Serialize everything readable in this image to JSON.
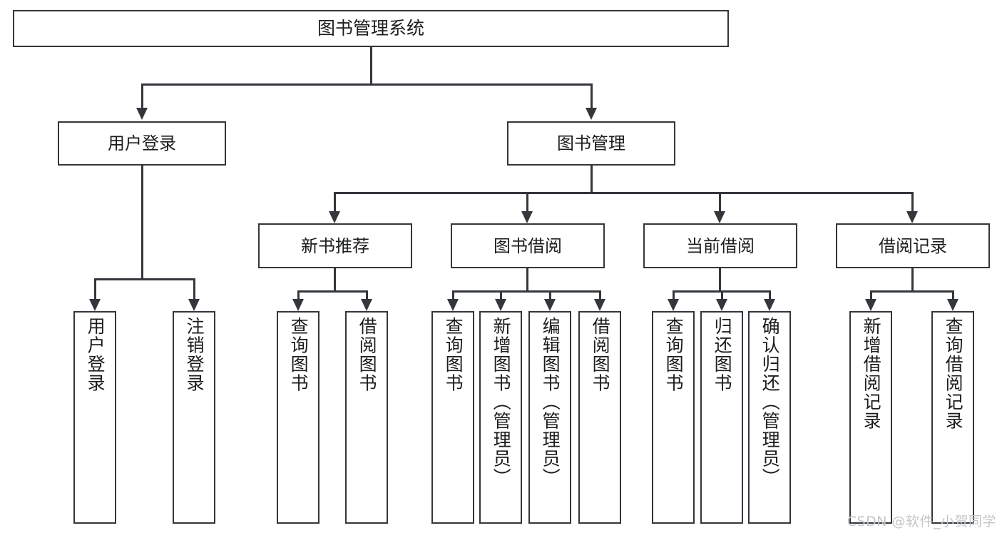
{
  "diagram": {
    "type": "tree-hierarchy",
    "title": "图书管理系统",
    "watermark": "CSDN @软件_小贺同学",
    "colors": {
      "stroke": "#33373b",
      "fill": "#ffffff",
      "text": "#1b1d1f",
      "watermark": "#c3c6c9"
    }
  },
  "root": {
    "label": "图书管理系统"
  },
  "level2": [
    {
      "id": "user-login",
      "label": "用户登录"
    },
    {
      "id": "book-manage",
      "label": "图书管理"
    }
  ],
  "level3": [
    {
      "id": "new-book-recommend",
      "label": "新书推荐"
    },
    {
      "id": "book-borrow",
      "label": "图书借阅"
    },
    {
      "id": "current-borrow",
      "label": "当前借阅"
    },
    {
      "id": "borrow-record",
      "label": "借阅记录"
    }
  ],
  "leaves": {
    "user_login": [
      {
        "id": "leaf-user-login",
        "label": "用户登录"
      },
      {
        "id": "leaf-user-logout",
        "label": "注销登录"
      }
    ],
    "new_book_recommend": [
      {
        "id": "leaf-query-book-1",
        "label": "查询图书"
      },
      {
        "id": "leaf-borrow-book-1",
        "label": "借阅图书"
      }
    ],
    "book_borrow": [
      {
        "id": "leaf-query-book-2",
        "label": "查询图书"
      },
      {
        "id": "leaf-add-book",
        "label": "新增图书（管理员）"
      },
      {
        "id": "leaf-edit-book",
        "label": "编辑图书（管理员）"
      },
      {
        "id": "leaf-borrow-book-2",
        "label": "借阅图书"
      }
    ],
    "current_borrow": [
      {
        "id": "leaf-query-book-3",
        "label": "查询图书"
      },
      {
        "id": "leaf-return-book",
        "label": "归还图书"
      },
      {
        "id": "leaf-confirm-return",
        "label": "确认归还（管理员）"
      }
    ],
    "borrow_record": [
      {
        "id": "leaf-add-record",
        "label": "新增借阅记录"
      },
      {
        "id": "leaf-query-record",
        "label": "查询借阅记录"
      }
    ]
  }
}
